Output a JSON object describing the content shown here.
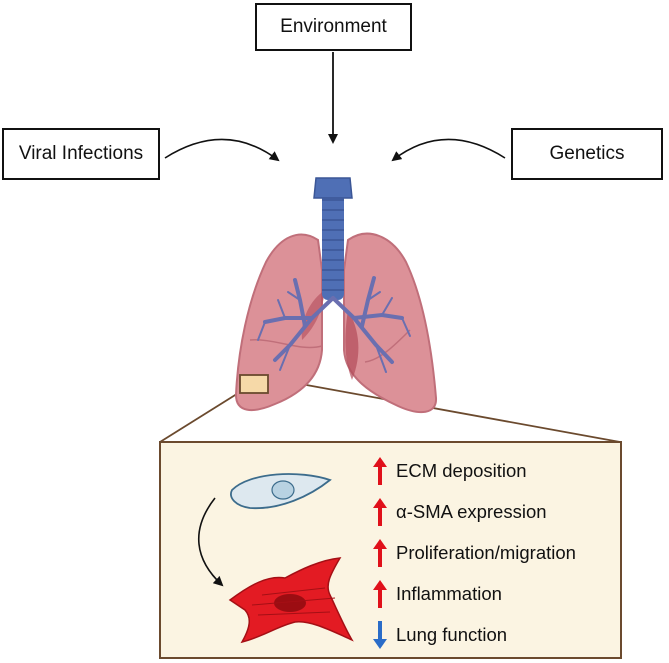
{
  "factors": {
    "environment": "Environment",
    "viral": "Viral Infections",
    "genetics": "Genetics"
  },
  "effects": [
    {
      "label": "ECM deposition",
      "direction": "up"
    },
    {
      "label": "α-SMA expression",
      "direction": "up"
    },
    {
      "label": "Proliferation/migration",
      "direction": "up"
    },
    {
      "label": "Inflammation",
      "direction": "up"
    },
    {
      "label": "Lung function",
      "direction": "down"
    }
  ],
  "colors": {
    "up": "#e0101a",
    "down": "#2a6cc8",
    "panel_bg": "#fbf4e2",
    "panel_border": "#6b4a2e",
    "lung": "#d98d96",
    "airway": "#4f6fb5"
  }
}
